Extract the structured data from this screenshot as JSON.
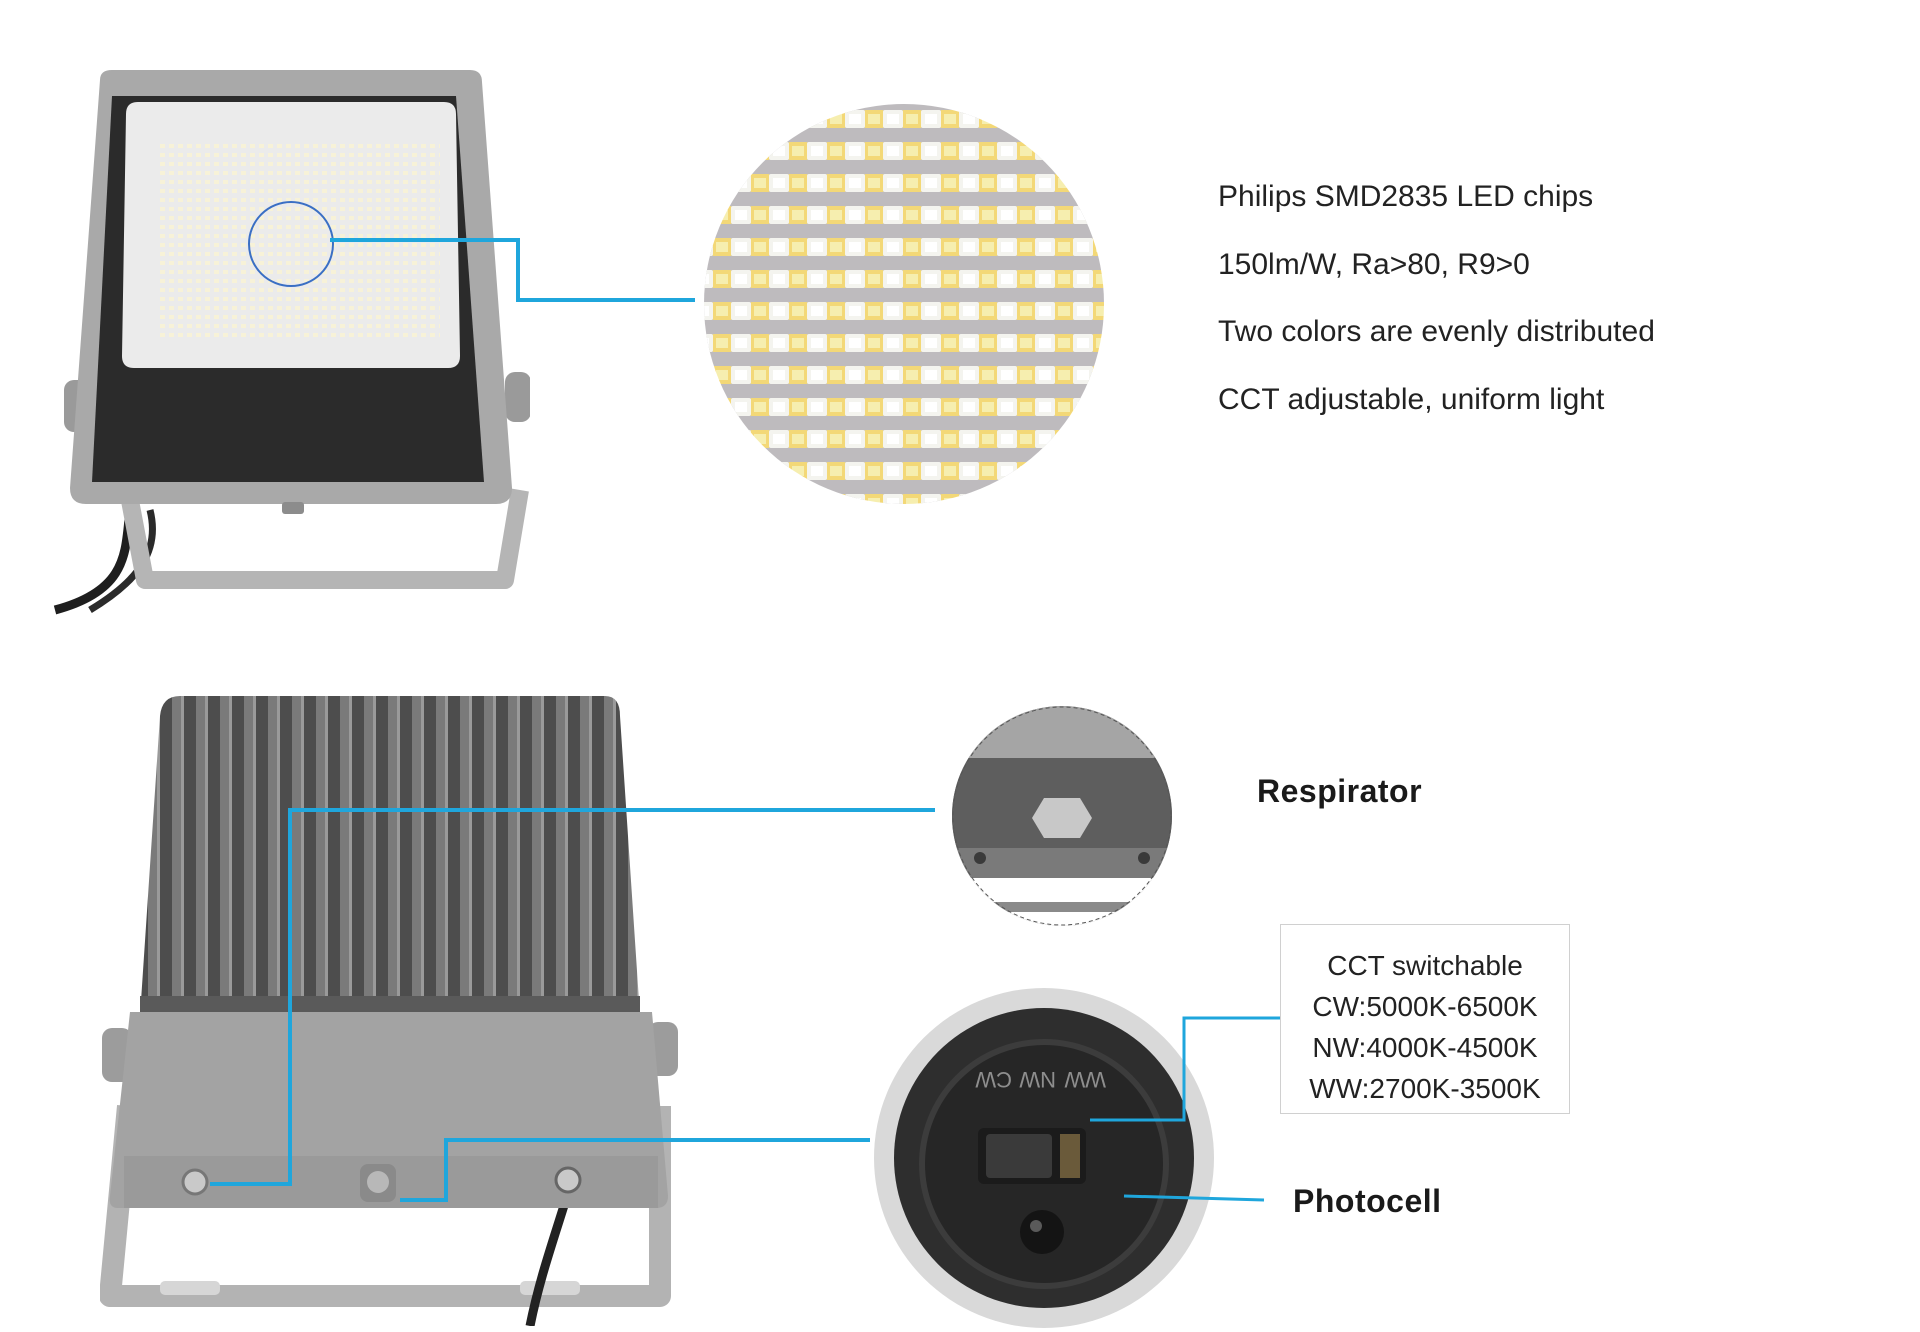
{
  "top_panel": {
    "features": [
      "Philips SMD2835 LED chips",
      "150lm/W, Ra>80, R9>0",
      "Two colors are evenly distributed",
      "CCT adjustable, uniform light"
    ]
  },
  "bottom_panel": {
    "respirator_label": "Respirator",
    "photocell_label": "Photocell",
    "cct_box": {
      "title": "CCT switchable",
      "ranges": [
        "CW:5000K-6500K",
        "NW:4000K-4500K",
        "WW:2700K-3500K"
      ]
    },
    "switch_markings": [
      "CW",
      "NW",
      "WW"
    ]
  },
  "colors": {
    "callout_line": "#1fa6dc",
    "housing_gray": "#a8a8a8",
    "led_warm": "#f2d56c",
    "led_cool": "#f4f4ee"
  }
}
